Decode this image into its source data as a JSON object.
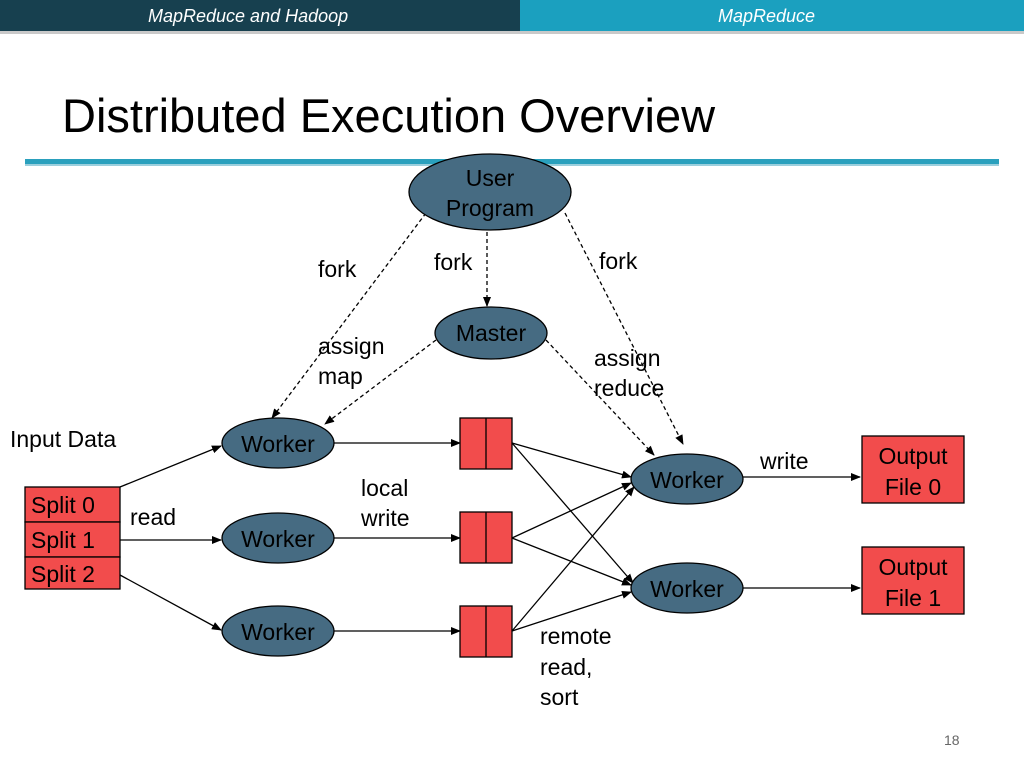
{
  "header": {
    "left_text": "MapReduce and Hadoop",
    "right_text": "MapReduce"
  },
  "title": "Distributed Execution Overview",
  "nodes": {
    "user_program": [
      "User",
      "Program"
    ],
    "master": "Master",
    "map_worker_1": "Worker",
    "map_worker_2": "Worker",
    "map_worker_3": "Worker",
    "reduce_worker_1": "Worker",
    "reduce_worker_2": "Worker",
    "output_file_0": [
      "Output",
      "File 0"
    ],
    "output_file_1": [
      "Output",
      "File 1"
    ]
  },
  "input": {
    "label": "Input Data",
    "splits": [
      "Split 0",
      "Split 1",
      "Split 2"
    ]
  },
  "edge_labels": {
    "fork_left": "fork",
    "fork_middle": "fork",
    "fork_right": "fork",
    "assign_map": [
      "assign",
      "map"
    ],
    "assign_reduce": [
      "assign",
      "reduce"
    ],
    "read": "read",
    "local_write": [
      "local",
      "write"
    ],
    "remote_read_sort": [
      "remote",
      "read,",
      "sort"
    ],
    "write": "write"
  },
  "colors": {
    "node_fill": "#466b82",
    "box_fill": "#f24c4c",
    "header_dark": "#17404f",
    "header_light": "#1ba0bf",
    "rule": "#2aa0bd"
  },
  "page_number": "18"
}
